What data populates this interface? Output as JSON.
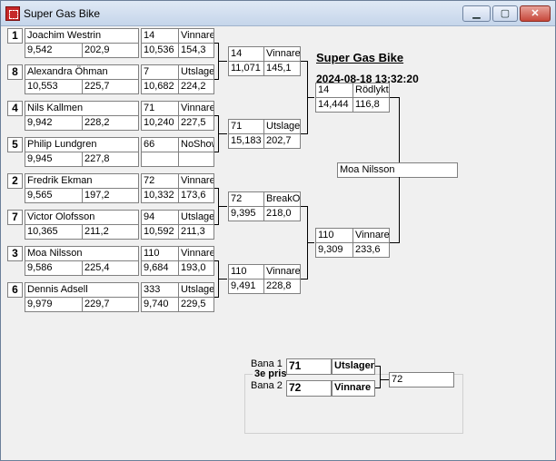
{
  "window": {
    "title": "Super Gas Bike"
  },
  "header": {
    "title": "Super Gas Bike",
    "datetime": "2024-08-18 13:32:20"
  },
  "round1": [
    {
      "seed": "1",
      "name": "Joachim  Westrin",
      "t1": "9,542",
      "t2": "202,9",
      "num": "14",
      "result": "Vinnare",
      "r1": "10,536",
      "r2": "154,3"
    },
    {
      "seed": "8",
      "name": "Alexandra Öhman",
      "t1": "10,553",
      "t2": "225,7",
      "num": "7",
      "result": "Utslagen",
      "r1": "10,682",
      "r2": "224,2"
    },
    {
      "seed": "4",
      "name": "Nils Kallmen",
      "t1": "9,942",
      "t2": "228,2",
      "num": "71",
      "result": "Vinnare",
      "r1": "10,240",
      "r2": "227,5"
    },
    {
      "seed": "5",
      "name": "Philip Lundgren",
      "t1": "9,945",
      "t2": "227,8",
      "num": "66",
      "result": "NoShow",
      "r1": "",
      "r2": ""
    },
    {
      "seed": "2",
      "name": "Fredrik  Ekman",
      "t1": "9,565",
      "t2": "197,2",
      "num": "72",
      "result": "Vinnare",
      "r1": "10,332",
      "r2": "173,6"
    },
    {
      "seed": "7",
      "name": "Victor Olofsson",
      "t1": "10,365",
      "t2": "211,2",
      "num": "94",
      "result": "Utslagen",
      "r1": "10,592",
      "r2": "211,3"
    },
    {
      "seed": "3",
      "name": "Moa Nilsson",
      "t1": "9,586",
      "t2": "225,4",
      "num": "110",
      "result": "Vinnare",
      "r1": "9,684",
      "r2": "193,0"
    },
    {
      "seed": "6",
      "name": "Dennis Adsell",
      "t1": "9,979",
      "t2": "229,7",
      "num": "333",
      "result": "Utslagen",
      "r1": "9,740",
      "r2": "229,5"
    }
  ],
  "round2": [
    {
      "num": "14",
      "result": "Vinnare",
      "t1": "11,071",
      "t2": "145,1"
    },
    {
      "num": "71",
      "result": "Utslagen",
      "t1": "15,183",
      "t2": "202,7"
    },
    {
      "num": "72",
      "result": "BreakOut",
      "t1": "9,395",
      "t2": "218,0"
    },
    {
      "num": "110",
      "result": "Vinnare",
      "t1": "9,491",
      "t2": "228,8"
    }
  ],
  "semis": [
    {
      "num": "14",
      "result": "Rödlykta",
      "t1": "14,444",
      "t2": "116,8"
    },
    {
      "num": "110",
      "result": "Vinnare",
      "t1": "9,309",
      "t2": "233,6"
    }
  ],
  "final": {
    "winner": "Moa Nilsson"
  },
  "third": {
    "title": "3e pris",
    "lane1_label": "Bana 1",
    "lane1_num": "71",
    "lane1_result": "Utslagen",
    "lane2_label": "Bana 2",
    "lane2_num": "72",
    "lane2_result": "Vinnare",
    "winner": "72"
  }
}
